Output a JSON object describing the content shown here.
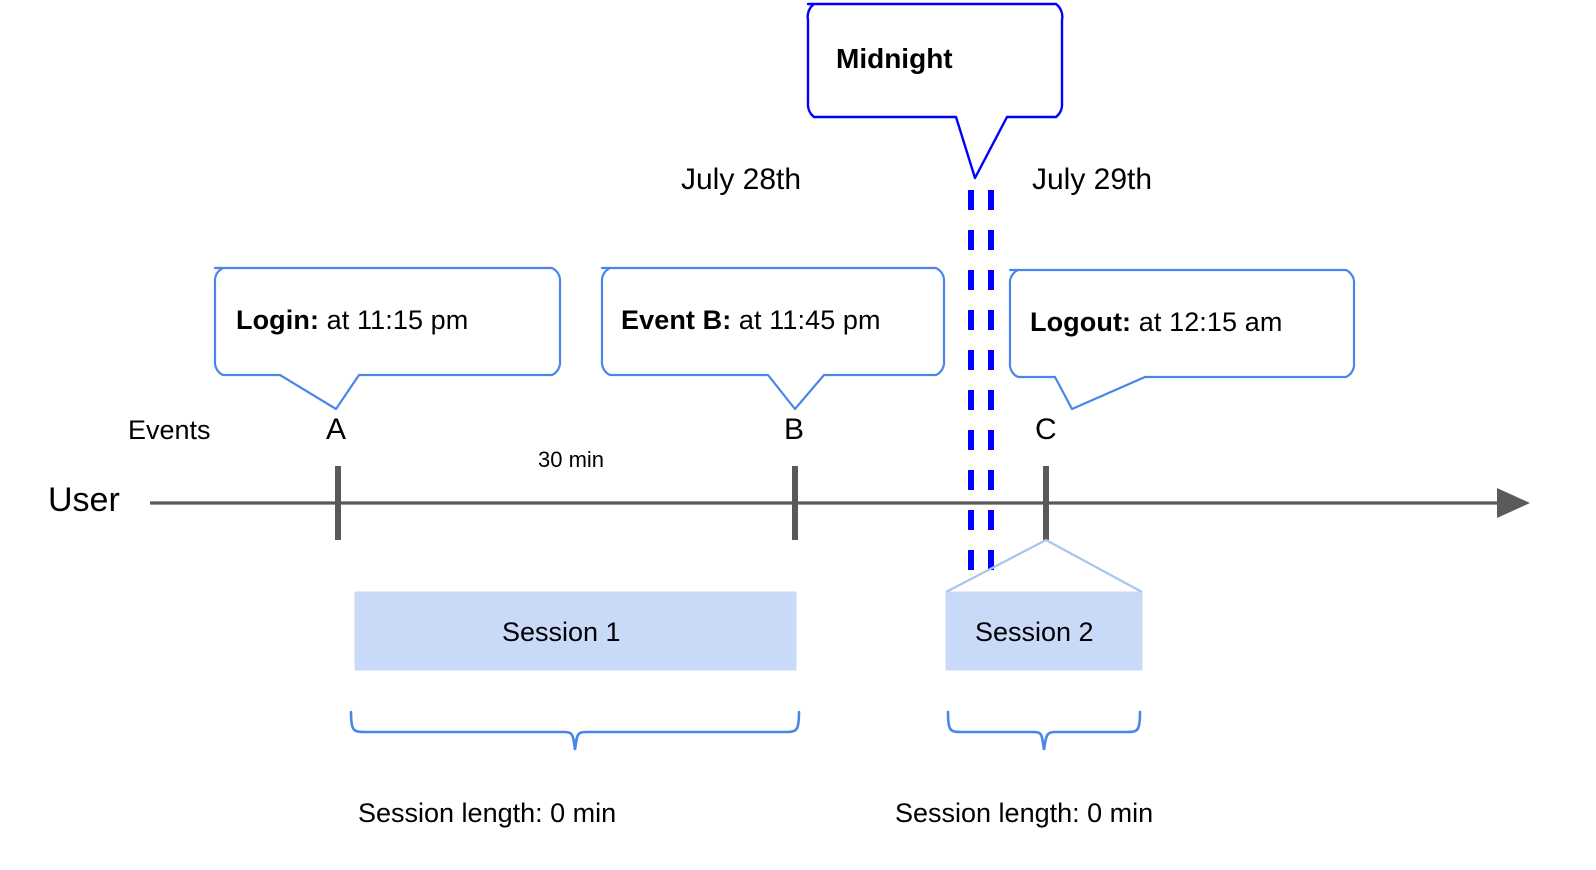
{
  "diagram": {
    "title_note": "User session timeline across midnight",
    "colors": {
      "callout_border": "#4a86e8",
      "midnight_border": "#0000ff",
      "midnight_dash": "#0000ff",
      "axis": "#5a5a5a",
      "tick": "#595959",
      "session_fill": "#c9daf8",
      "session_edge": "#a8c4f0",
      "brace": "#4a86e8",
      "text": "#000000"
    }
  },
  "midnight_callout": {
    "label": "Midnight"
  },
  "dates": [
    {
      "label": "July 28th"
    },
    {
      "label": "July 29th"
    }
  ],
  "event_callouts": [
    {
      "bold": "Login:",
      "rest": " at 11:15 pm"
    },
    {
      "bold": "Event B:",
      "rest": " at 11:45 pm"
    },
    {
      "bold": "Logout:",
      "rest": " at 12:15 am"
    }
  ],
  "rows": {
    "events_label": "Events",
    "user_label": "User"
  },
  "markers": [
    {
      "label": "A"
    },
    {
      "label": "B"
    },
    {
      "label": "C"
    }
  ],
  "durations": [
    {
      "label": "30 min"
    }
  ],
  "sessions": [
    {
      "label": "Session 1"
    },
    {
      "label": "Session 2"
    }
  ],
  "session_lengths": [
    {
      "label": "Session length: 0 min"
    },
    {
      "label": "Session length: 0 min"
    }
  ]
}
